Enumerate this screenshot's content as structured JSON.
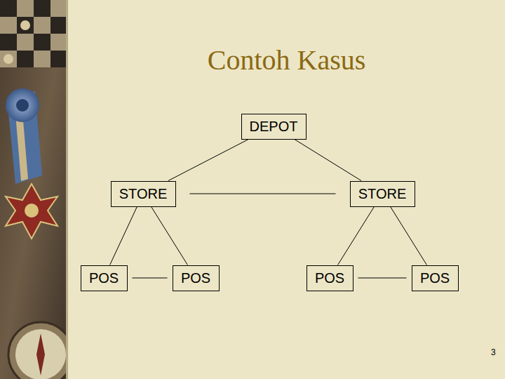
{
  "diagram": {
    "title": "Contoh Kasus",
    "nodes": [
      {
        "text": [
          "DEPOT"
        ]
      },
      {
        "text": [
          "STORE"
        ]
      },
      {
        "text": [
          "STORE"
        ]
      },
      {
        "text": [
          "POS"
        ]
      },
      {
        "text": [
          "POS"
        ]
      },
      {
        "text": [
          "POS"
        ]
      },
      {
        "text": [
          "POS"
        ]
      }
    ],
    "edges": [
      {
        "from": 0,
        "to": 1,
        "arrow": "none"
      },
      {
        "from": 0,
        "to": 2,
        "arrow": "none"
      },
      {
        "from": 1,
        "to": 2,
        "arrow": "none"
      },
      {
        "from": 1,
        "to": 3,
        "arrow": "none"
      },
      {
        "from": 1,
        "to": 4,
        "arrow": "none"
      },
      {
        "from": 3,
        "to": 4,
        "arrow": "none"
      },
      {
        "from": 2,
        "to": 5,
        "arrow": "none"
      },
      {
        "from": 2,
        "to": 6,
        "arrow": "none"
      },
      {
        "from": 5,
        "to": 6,
        "arrow": "none"
      }
    ],
    "labels": [
      "3"
    ]
  }
}
